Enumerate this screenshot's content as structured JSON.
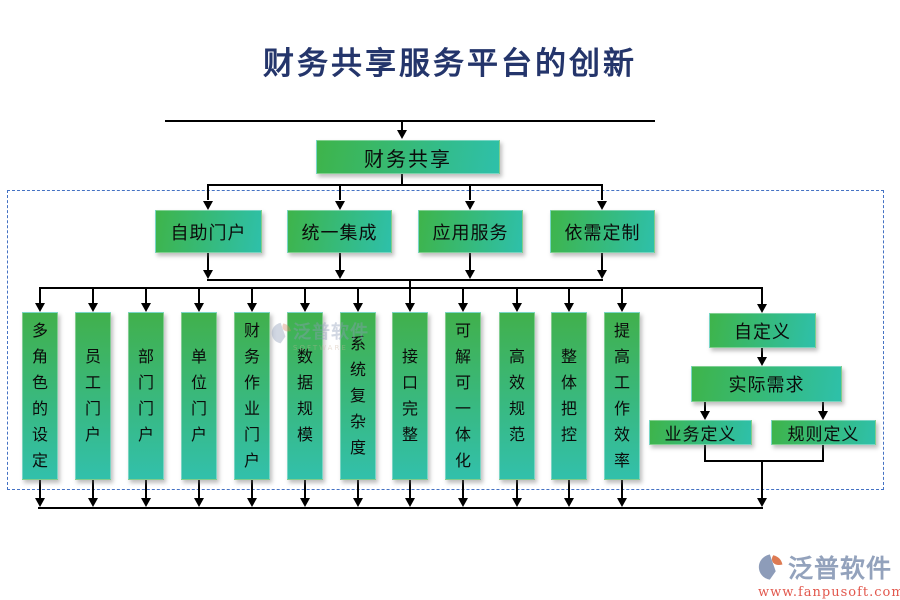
{
  "title": "财务共享服务平台的创新",
  "root": {
    "label": "财务共享"
  },
  "level2": [
    {
      "label": "自助门户"
    },
    {
      "label": "统一集成"
    },
    {
      "label": "应用服务"
    },
    {
      "label": "依需定制"
    }
  ],
  "columns": [
    {
      "label": "多角色的设定"
    },
    {
      "label": "员工门户"
    },
    {
      "label": "部门门户"
    },
    {
      "label": "单位门户"
    },
    {
      "label": "财务作业门户"
    },
    {
      "label": "数据规模"
    },
    {
      "label": "系统复杂度"
    },
    {
      "label": "接口完整"
    },
    {
      "label": "可解可一体化"
    },
    {
      "label": "高效规范"
    },
    {
      "label": "整体把控"
    },
    {
      "label": "提高工作效率"
    }
  ],
  "right_branch": {
    "custom": "自定义",
    "actual_demand": "实际需求",
    "business_definition": "业务定义",
    "rule_definition": "规则定义"
  },
  "watermark": {
    "text": "泛普软件",
    "sub": "SOFTWARE"
  },
  "logo": {
    "name": "泛普软件",
    "url": "www.fanpusoft.com"
  },
  "colors": {
    "node_gradient_start": "#3eb44a",
    "node_gradient_end": "#2ec0aa",
    "title_text": "#24356b",
    "connector_line": "#000000",
    "dashed_frame": "#4472c4",
    "logo_text": "#93a2bc",
    "logo_accent": "#e2574c"
  }
}
